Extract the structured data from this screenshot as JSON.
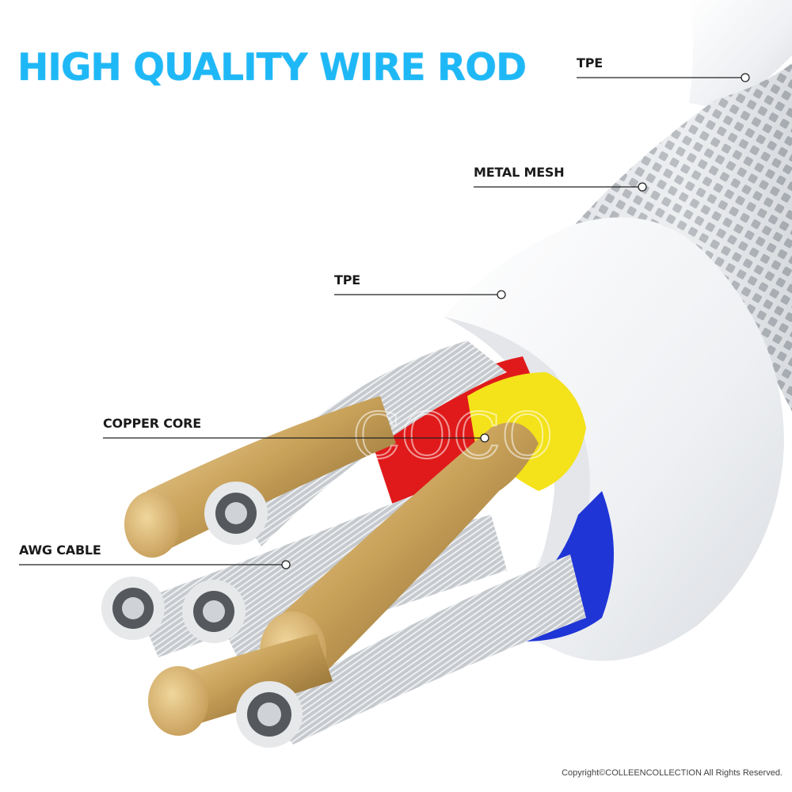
{
  "title": "HIGH QUALITY WIRE ROD",
  "labels": {
    "tpe_outer": "TPE",
    "metal_mesh": "METAL MESH",
    "tpe_inner": "TPE",
    "copper_core": "COPPER CORE",
    "awg_cable": "AWG CABLE"
  },
  "watermark": "COCO",
  "copyright": "Copyright©COLLEENCOLLECTION All Rights Reserved.",
  "colors": {
    "title": "#1fb8f6",
    "jacket": "#f7f8fa",
    "copper": "#d4b070",
    "silver": "#c8cbcf",
    "red": "#e01a1a",
    "yellow": "#f4e21a",
    "blue": "#1f35d6"
  }
}
